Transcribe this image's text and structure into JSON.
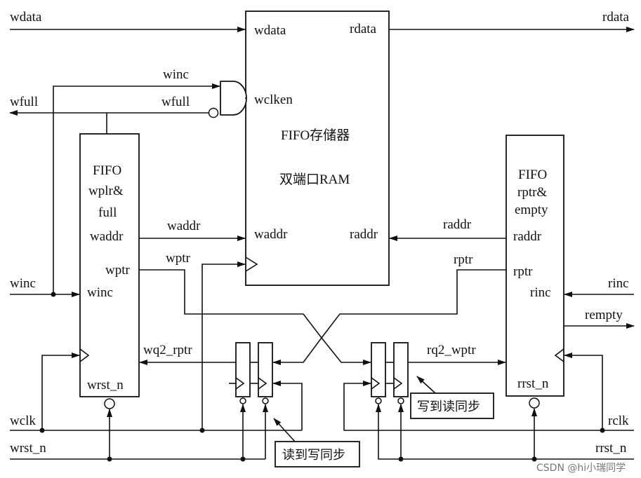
{
  "diagram": {
    "ram": {
      "lines": [
        "FIFO存储器",
        "双端口RAM"
      ],
      "ports": {
        "wdata": "wdata",
        "rdata": "rdata",
        "wclken": "wclken",
        "waddr": "waddr",
        "raddr": "raddr"
      }
    },
    "write_block": {
      "lines": [
        "FIFO",
        "wplr&",
        "full"
      ],
      "ports": {
        "waddr": "waddr",
        "wptr": "wptr",
        "winc": "winc",
        "wrst_n": "wrst_n"
      }
    },
    "read_block": {
      "lines": [
        "FIFO",
        "rptr&",
        "empty"
      ],
      "ports": {
        "raddr": "raddr",
        "rptr": "rptr",
        "rinc": "rinc",
        "rrst_n": "rrst_n"
      }
    },
    "signals": {
      "wdata": "wdata",
      "rdata": "rdata",
      "winc_gate": "winc",
      "wfull_gate": "wfull",
      "wfull_out": "wfull",
      "waddr": "waddr",
      "raddr": "raddr",
      "wptr": "wptr",
      "rptr": "rptr",
      "winc_in": "winc",
      "rinc_in": "rinc",
      "rempty": "rempty",
      "wq2_rptr": "wq2_rptr",
      "rq2_wptr": "rq2_wptr",
      "wclk": "wclk",
      "wrst_n": "wrst_n",
      "rclk": "rclk",
      "rrst_n": "rrst_n"
    },
    "sync_labels": {
      "read_to_write": "读到写同步",
      "write_to_read": "写到读同步"
    },
    "watermark": "CSDN @hi小瑞同学"
  }
}
